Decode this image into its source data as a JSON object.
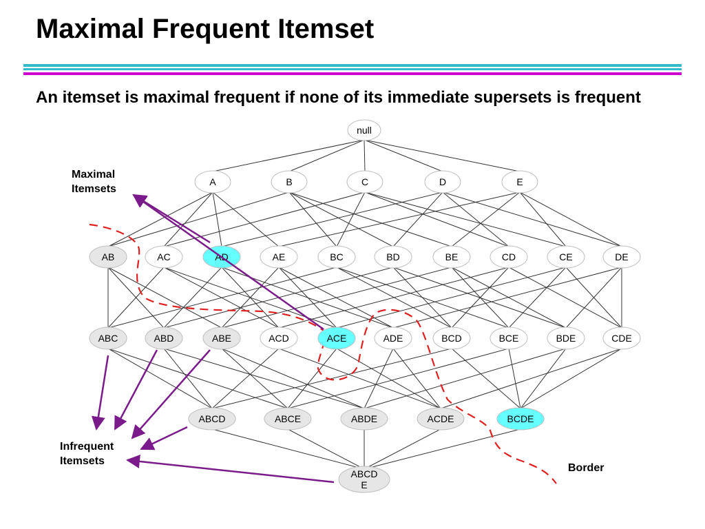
{
  "title": "Maximal Frequent Itemset",
  "subtitle": "An itemset is maximal frequent if none of its immediate supersets is frequent",
  "labels": {
    "maximal": [
      "Maximal",
      "Itemsets"
    ],
    "infrequent": [
      "Infrequent",
      "Itemsets"
    ],
    "border": "Border"
  },
  "colors": {
    "maximal_fill": "#66ffff",
    "infrequent_fill": "#e6e6e6",
    "frequent_fill": "#ffffff",
    "arrow": "#7b1a8a",
    "border_line": "#e02020",
    "rule_teal": "#33bbcc",
    "rule_magenta": "#cc00cc"
  },
  "lattice": {
    "levels": [
      [
        "null"
      ],
      [
        "A",
        "B",
        "C",
        "D",
        "E"
      ],
      [
        "AB",
        "AC",
        "AD",
        "AE",
        "BC",
        "BD",
        "BE",
        "CD",
        "CE",
        "DE"
      ],
      [
        "ABC",
        "ABD",
        "ABE",
        "ACD",
        "ACE",
        "ADE",
        "BCD",
        "BCE",
        "BDE",
        "CDE"
      ],
      [
        "ABCD",
        "ABCE",
        "ABDE",
        "ACDE",
        "BCDE"
      ],
      [
        "ABCDE"
      ]
    ],
    "display": {
      "ABCDE": [
        "ABCD",
        "E"
      ]
    },
    "maximal": [
      "AD",
      "ACE",
      "BCDE"
    ],
    "infrequent": [
      "AB",
      "ABC",
      "ABD",
      "ABE",
      "ABCD",
      "ABCE",
      "ABDE",
      "ACDE",
      "ABCDE"
    ]
  }
}
